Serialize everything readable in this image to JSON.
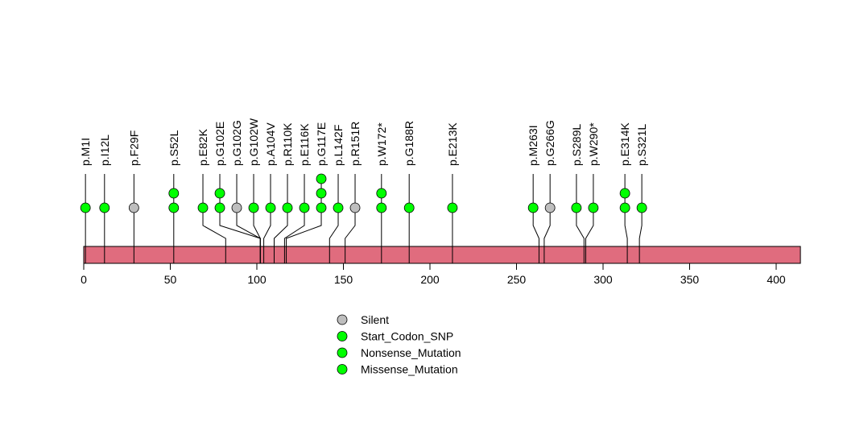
{
  "chart_data": {
    "type": "lollipop",
    "xlim": [
      0,
      414
    ],
    "protein_length": 414,
    "x_ticks": [
      0,
      50,
      100,
      150,
      200,
      250,
      300,
      350,
      400
    ],
    "x_tick_labels": [
      "0",
      "50",
      "100",
      "150",
      "200",
      "250",
      "300",
      "350",
      "400"
    ],
    "colors": {
      "Silent": "#bebebe",
      "Start_Codon_SNP": "#00ff00",
      "Nonsense_Mutation": "#00ff00",
      "Missense_Mutation": "#00ff00",
      "bar": "#e06c7e"
    },
    "mutations": [
      {
        "label": "p.M1I",
        "pos": 1,
        "points": [
          "Start_Codon_SNP"
        ]
      },
      {
        "label": "p.I12L",
        "pos": 12,
        "points": [
          "Missense_Mutation"
        ]
      },
      {
        "label": "p.F29F",
        "pos": 29,
        "points": [
          "Silent"
        ]
      },
      {
        "label": "p.S52L",
        "pos": 52,
        "points": [
          "Missense_Mutation",
          "Missense_Mutation"
        ]
      },
      {
        "label": "p.E82K",
        "pos": 82,
        "points": [
          "Missense_Mutation"
        ]
      },
      {
        "label": "p.G102E",
        "pos": 102,
        "points": [
          "Missense_Mutation",
          "Missense_Mutation"
        ]
      },
      {
        "label": "p.G102G",
        "pos": 102,
        "points": [
          "Silent"
        ]
      },
      {
        "label": "p.G102W",
        "pos": 102,
        "points": [
          "Missense_Mutation"
        ]
      },
      {
        "label": "p.A104V",
        "pos": 104,
        "points": [
          "Missense_Mutation"
        ]
      },
      {
        "label": "p.R110K",
        "pos": 110,
        "points": [
          "Missense_Mutation"
        ]
      },
      {
        "label": "p.E116K",
        "pos": 116,
        "points": [
          "Missense_Mutation"
        ]
      },
      {
        "label": "p.G117E",
        "pos": 117,
        "points": [
          "Missense_Mutation",
          "Missense_Mutation",
          "Missense_Mutation"
        ]
      },
      {
        "label": "p.L142F",
        "pos": 142,
        "points": [
          "Missense_Mutation"
        ]
      },
      {
        "label": "p.R151R",
        "pos": 151,
        "points": [
          "Silent"
        ]
      },
      {
        "label": "p.W172*",
        "pos": 172,
        "points": [
          "Nonsense_Mutation",
          "Nonsense_Mutation"
        ]
      },
      {
        "label": "p.G188R",
        "pos": 188,
        "points": [
          "Missense_Mutation"
        ]
      },
      {
        "label": "p.E213K",
        "pos": 213,
        "points": [
          "Missense_Mutation"
        ]
      },
      {
        "label": "p.M263I",
        "pos": 263,
        "points": [
          "Missense_Mutation"
        ]
      },
      {
        "label": "p.G266G",
        "pos": 266,
        "points": [
          "Silent"
        ]
      },
      {
        "label": "p.S289L",
        "pos": 289,
        "points": [
          "Missense_Mutation"
        ]
      },
      {
        "label": "p.W290*",
        "pos": 290,
        "points": [
          "Nonsense_Mutation"
        ]
      },
      {
        "label": "p.E314K",
        "pos": 314,
        "points": [
          "Missense_Mutation",
          "Missense_Mutation"
        ]
      },
      {
        "label": "p.S321L",
        "pos": 321,
        "points": [
          "Missense_Mutation"
        ]
      }
    ],
    "legend": [
      "Silent",
      "Start_Codon_SNP",
      "Nonsense_Mutation",
      "Missense_Mutation"
    ],
    "legend_placement": "bottom-center"
  }
}
